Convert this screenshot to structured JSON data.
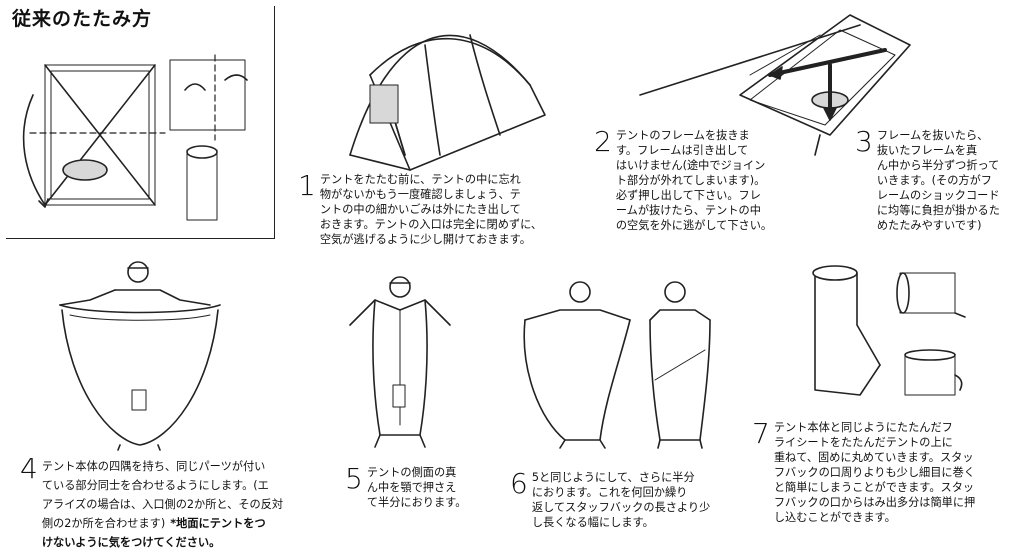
{
  "title": "従来のたたみ方",
  "steps": [
    {
      "num": "1",
      "text": "テントをたたむ前に、テントの中に忘れ\n物がないかもう一度確認しましょう、テ\nントの中の細かいごみは外にたき出して\nおきます。テントの入口は完全に閉めずに、\n空気が逃げるように少し開けておきます。"
    },
    {
      "num": "2",
      "text": "テントのフレームを抜きま\nす。フレームは引き出して\nはいけません(途中でジョイン\nト部分が外れてしまいます)。\n必ず押し出して下さい。フレ\nームが抜けたら、テントの中\nの空気を外に逃がして下さい。"
    },
    {
      "num": "3",
      "text": "フレームを抜いたら、\n抜いたフレームを真\nん中から半分ずつ折って\nいきます。(その方がフ\nレームのショックコード\nに均等に負担が掛かるた\nめたたみやすいです)"
    },
    {
      "num": "4",
      "text": "テント本体の四隅を持ち、同じパーツが付い\nている部分同士を合わせるようにします。(エ\nアライズの場合は、入口側の2か所と、その反対\n側の2か所を合わせます)",
      "warning": "*地面にテントをつ\nけないように気をつけてください。"
    },
    {
      "num": "5",
      "text": "テントの側面の真\nん中を顎で押さえ\nて半分におります。"
    },
    {
      "num": "6",
      "text": "5と同じようにして、さらに半分\nにおります。これを何回か繰り\n返してスタッフバックの長さより少\nし長くなる幅にします。"
    },
    {
      "num": "7",
      "text": "テント本体と同じようにたたんだフ\nライシートをたたんだテントの上に\n重ねて、固めに丸めていきます。スタッ\nフバックの口周りよりも少し細目に巻く\nと簡単にしまうことができます。スタッ\nフバックの口からはみ出多分は簡単に押\nし込むことができます。"
    }
  ],
  "icons": [
    "fold-diagram-icon",
    "tent-icon",
    "frame-removal-icon",
    "person-holding-tent-icon",
    "rolled-tent-icon",
    "stuff-sack-icon"
  ]
}
